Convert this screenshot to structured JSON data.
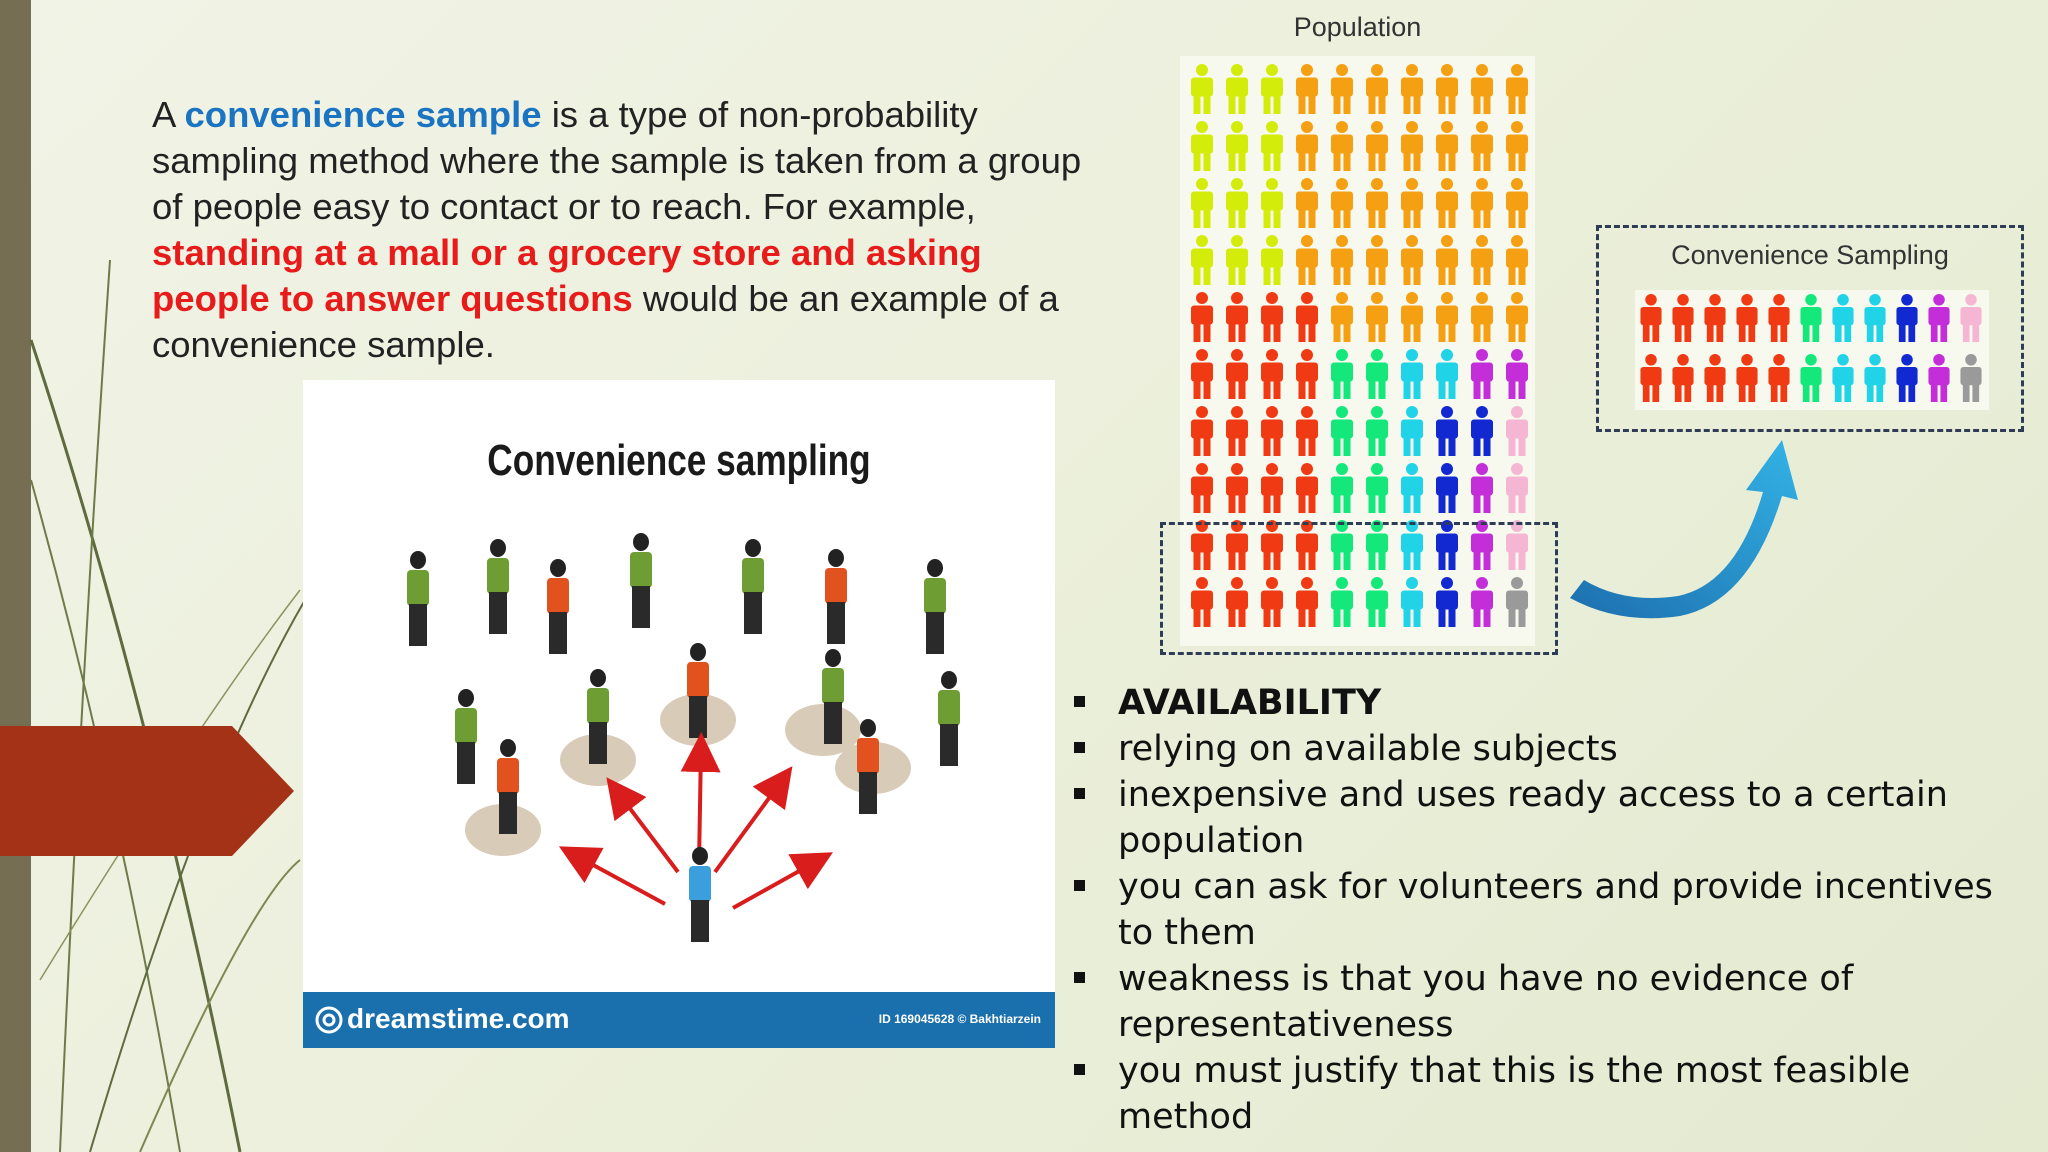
{
  "paragraph": {
    "p1": "A ",
    "term": "convenience sample",
    "p2": " is a type of non-probability sampling method where the sample is taken from a group of people easy to contact or to reach. For example, ",
    "example": "standing at a mall or a grocery store and asking people to answer questions",
    "p3": " would be an example of a convenience sample."
  },
  "stock_image": {
    "title": "Convenience sampling",
    "brand": "dreamstime.com",
    "id_text": "ID 169045628 © Bakhtiarzein"
  },
  "population_diagram": {
    "title": "Population",
    "sample_title": "Convenience Sampling"
  },
  "bullets": [
    "AVAILABILITY",
    "relying on available subjects",
    "inexpensive and uses ready access to a certain population",
    "you can ask for volunteers and provide incentives to them",
    "weakness is that you have no evidence of representativeness",
    "you must justify that this is the most feasible method"
  ],
  "colors": {
    "term": "#1a74c1",
    "emphasis": "#e81b1b",
    "arrow_tab": "#a33217",
    "side_bar": "#756e52"
  }
}
